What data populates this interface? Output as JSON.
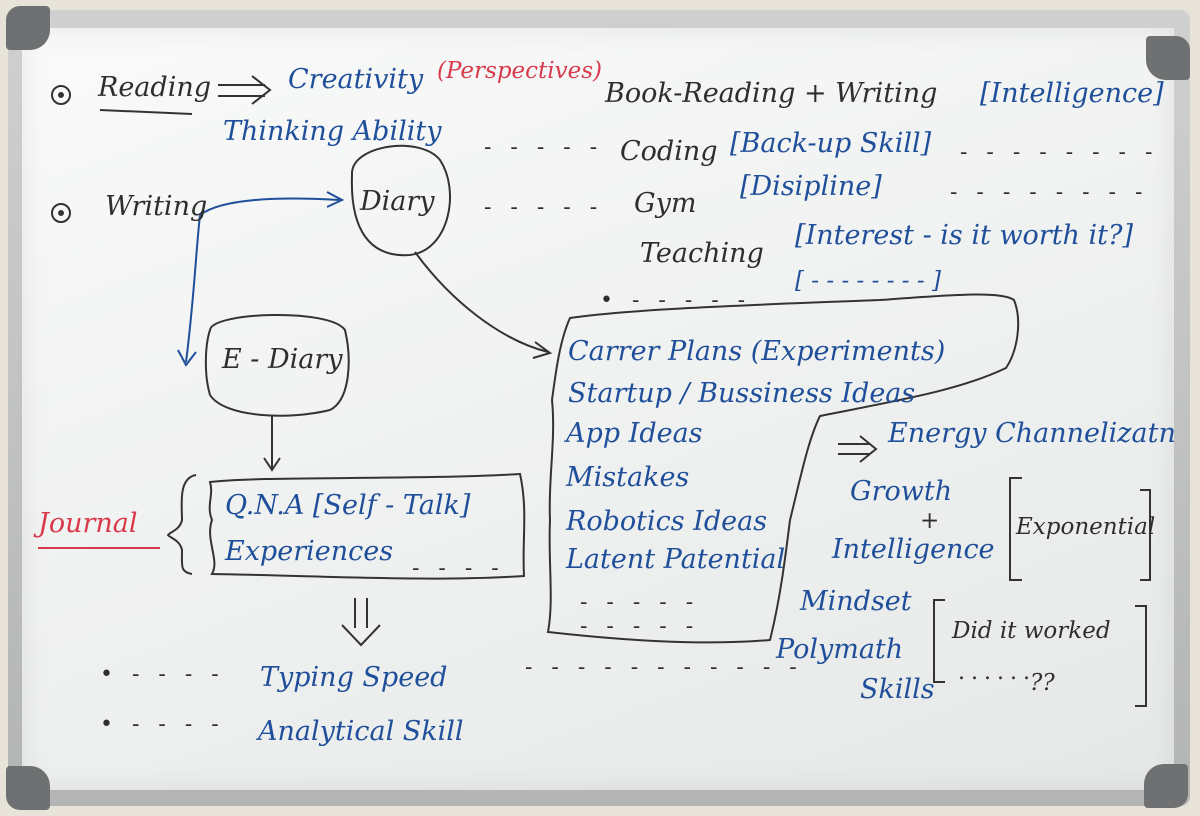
{
  "left_list": {
    "reading": "Reading",
    "creativity": "Creativity",
    "perspectives": "(Perspectives)",
    "thinking": "Thinking Ability",
    "writing": "Writing"
  },
  "bubbles": {
    "diary": "Diary",
    "e_diary": "E - Diary"
  },
  "right_list": {
    "book": "Book-Reading + Writing",
    "book_tag": "[Intelligence]",
    "coding": "Coding",
    "coding_tag": "[Back-up Skill]",
    "gym": "Gym",
    "gym_tag": "[Disipline]",
    "teaching": "Teaching",
    "teaching_tag": "[Interest - is it worth it?]",
    "empty_tag": "[ - - - - - - - - ]"
  },
  "diary_box": {
    "items": [
      "Carrer Plans (Experiments)",
      "Startup / Bussiness Ideas",
      "App Ideas",
      "Mistakes",
      "Robotics Ideas",
      "Latent Patential"
    ]
  },
  "journal": {
    "label": "Journal",
    "items": [
      "Q.N.A [Self - Talk]",
      "Experiences"
    ]
  },
  "skills": [
    "Typing Speed",
    "Analytical Skill"
  ],
  "energy": {
    "channel": "Energy Channelizatn",
    "growth": "Growth",
    "plus": "+",
    "intelligence": "Intelligence",
    "exponential": "Exponential",
    "mindset": "Mindset",
    "polymath": "Polymath",
    "polymath2": "Skills",
    "question": "Did it worked",
    "question2": "?? "
  }
}
